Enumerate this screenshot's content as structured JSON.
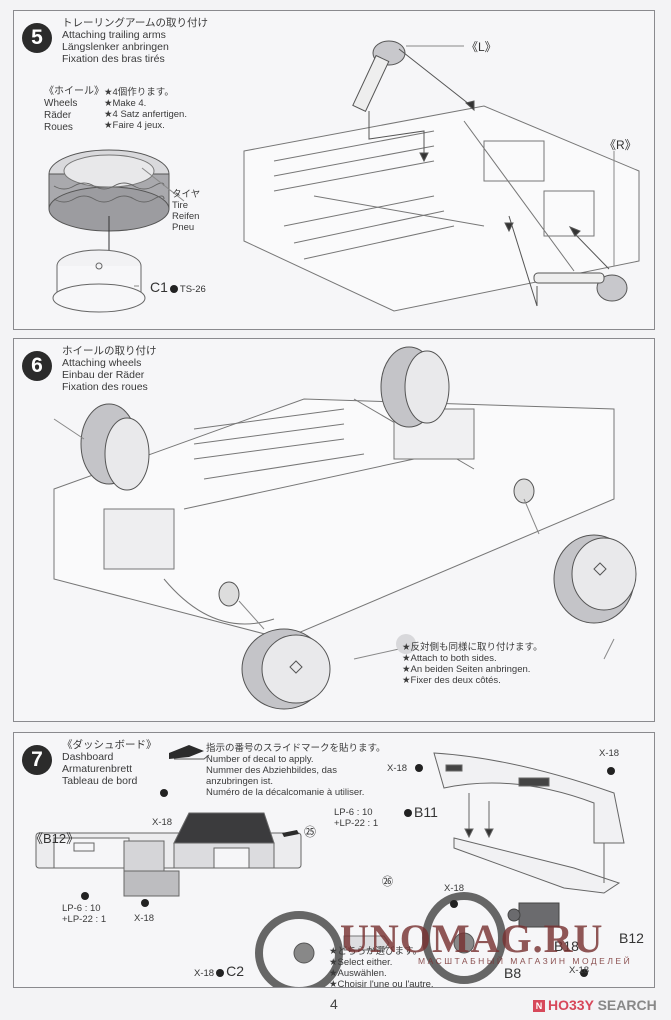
{
  "page_number": "4",
  "steps": [
    {
      "number": "5",
      "title_ja": "トレーリングアームの取り付け",
      "title_en": "Attaching trailing arms",
      "title_de": "Längslenker anbringen",
      "title_fr": "Fixation des bras tirés",
      "sub": {
        "heading_ja": "《ホイール》",
        "heading_en": "Wheels",
        "heading_de": "Räder",
        "heading_fr": "Roues",
        "note_ja": "★4個作ります。",
        "note_en": "★Make 4.",
        "note_de": "★4 Satz anfertigen.",
        "note_fr": "★Faire 4 jeux."
      },
      "tire_ja": "タイヤ",
      "tire_en": "Tire",
      "tire_de": "Reifen",
      "tire_fr": "Pneu",
      "wheel_part": "C1",
      "wheel_paint": "TS-26",
      "left_label": "《L》",
      "right_label": "《R》"
    },
    {
      "number": "6",
      "title_ja": "ホイールの取り付け",
      "title_en": "Attaching wheels",
      "title_de": "Einbau der Räder",
      "title_fr": "Fixation des roues",
      "note_ja": "★反対側も同様に取り付けます。",
      "note_en": "★Attach to both sides.",
      "note_de": "★An beiden Seiten anbringen.",
      "note_fr": "★Fixer des deux côtés."
    },
    {
      "number": "7",
      "title_ja": "《ダッシュボード》",
      "title_en": "Dashboard",
      "title_de": "Armaturenbrett",
      "title_fr": "Tableau de bord",
      "decal_ja": "指示の番号のスライドマークを貼ります。",
      "decal_en": "Number of decal to apply.",
      "decal_de1": "Nummer des Abziehbildes, das",
      "decal_de2": "anzubringen ist.",
      "decal_fr": "Numéro de la décalcomanie à utiliser.",
      "b12_label": "《B12》",
      "paint_x18": "X-18",
      "paint_lp6": "LP-6 : 10",
      "paint_lp22": "+LP-22 : 1",
      "decal_25": "㉕",
      "decal_26": "㉖",
      "part_b11": "B11",
      "part_b12": "B12",
      "part_b18": "B18",
      "part_b8": "B8",
      "part_c2": "C2",
      "select_ja": "★どちらか選びます。",
      "select_en": "★Select either.",
      "select_de": "★Auswählen.",
      "select_fr": "★Choisir l'une ou l'autre."
    }
  ],
  "watermark": {
    "main": "UNOMAG.RU",
    "sub": "МАСШТАБНЫЙ МАГАЗИН МОДЕЛЕЙ"
  },
  "branding": {
    "hobby": "HO33Y",
    "search": "SEARCH"
  }
}
